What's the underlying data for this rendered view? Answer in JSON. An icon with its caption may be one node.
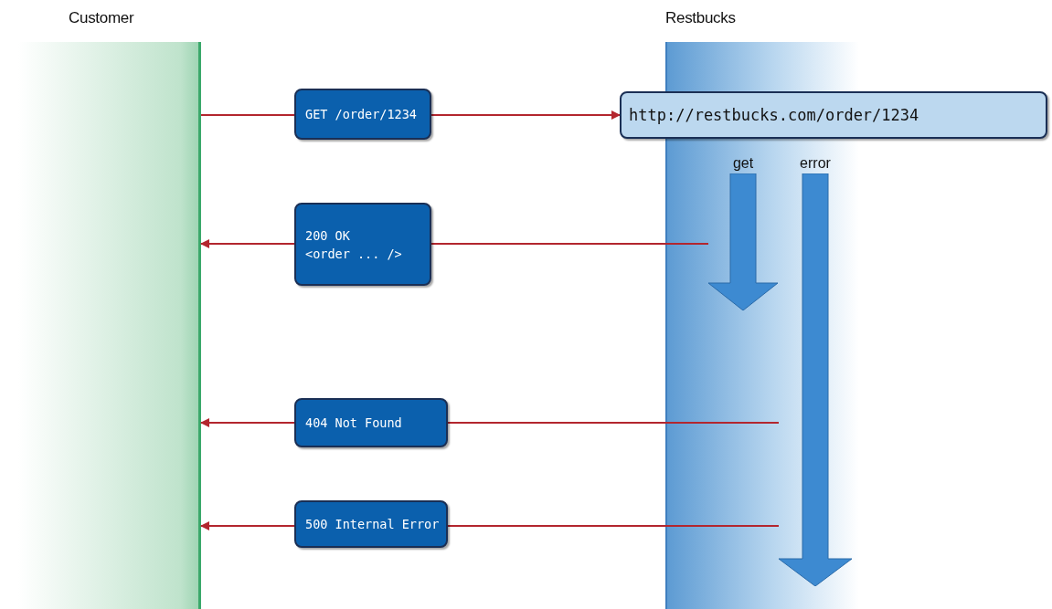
{
  "diagram": {
    "nodes": [
      {
        "text": [
          "Customer"
        ]
      },
      {
        "text": [
          "Restbucks"
        ]
      },
      {
        "text": [
          "GET /order/1234"
        ]
      },
      {
        "text": [
          "http://restbucks.com/order/1234"
        ]
      },
      {
        "text": [
          "get"
        ],
        "in": 1
      },
      {
        "text": [
          "error"
        ],
        "in": 1
      },
      {
        "text": [
          "200 OK",
          "<order ... />"
        ]
      },
      {
        "text": [
          "404 Not Found"
        ]
      },
      {
        "text": [
          "500 Internal Error"
        ]
      }
    ],
    "edges": [
      {
        "from": 0,
        "to": 2,
        "arrow": "none"
      },
      {
        "from": 2,
        "to": 3,
        "arrow": "to"
      },
      {
        "from": 4,
        "to": 6,
        "arrow": "none"
      },
      {
        "from": 6,
        "to": 0,
        "arrow": "to"
      },
      {
        "from": 5,
        "to": 7,
        "arrow": "none"
      },
      {
        "from": 7,
        "to": 0,
        "arrow": "to"
      },
      {
        "from": 5,
        "to": 8,
        "arrow": "none"
      },
      {
        "from": 8,
        "to": 0,
        "arrow": "to"
      }
    ]
  }
}
